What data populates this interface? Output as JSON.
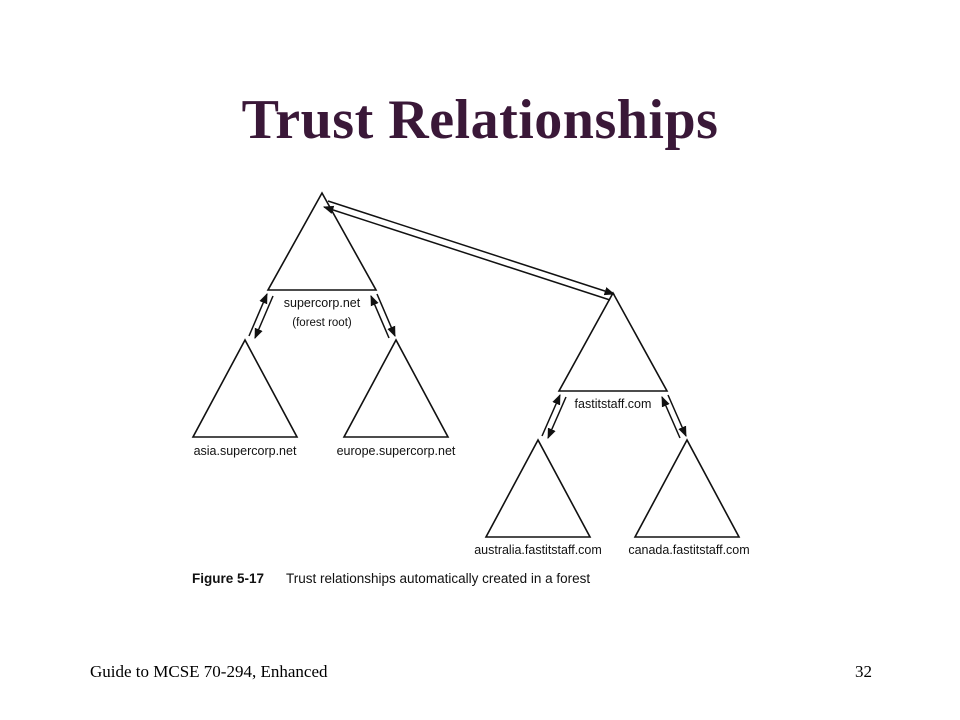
{
  "slide": {
    "title": "Trust Relationships",
    "title_color": "#3a1838"
  },
  "diagram": {
    "domains": {
      "root": {
        "name": "supercorp.net",
        "note": "(forest root)"
      },
      "asia": {
        "name": "asia.supercorp.net"
      },
      "europe": {
        "name": "europe.supercorp.net"
      },
      "tree2": {
        "name": "fastitstaff.com"
      },
      "australia": {
        "name": "australia.fastitstaff.com"
      },
      "canada": {
        "name": "canada.fastitstaff.com"
      }
    },
    "caption": {
      "number": "Figure 5-17",
      "text": "Trust relationships automatically created in a forest"
    }
  },
  "footer": {
    "left": "Guide to MCSE 70-294, Enhanced",
    "right": "32"
  }
}
